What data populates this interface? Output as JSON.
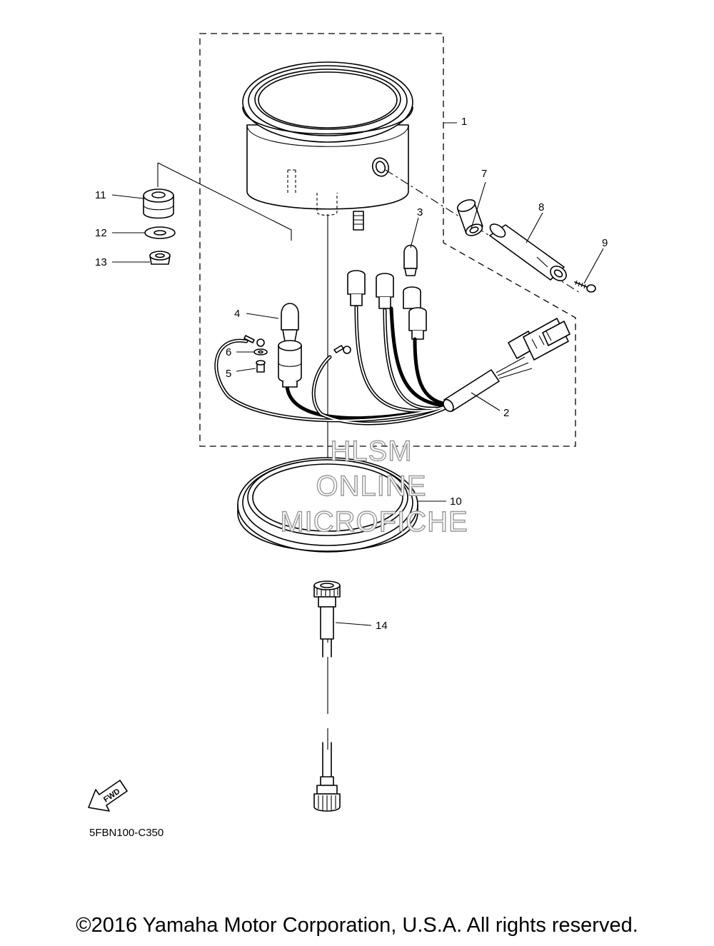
{
  "callouts": {
    "c1": "1",
    "c2": "2",
    "c3": "3",
    "c4": "4",
    "c5": "5",
    "c6": "6",
    "c7": "7",
    "c8": "8",
    "c9": "9",
    "c10": "10",
    "c11": "11",
    "c12": "12",
    "c13": "13",
    "c14": "14"
  },
  "fwd_label": "FWD",
  "watermark": {
    "line1": "HLSM",
    "line2": "ONLINE",
    "line3": "MICROFICHE"
  },
  "part_code": "5FBN100-C350",
  "copyright": "©2016 Yamaha Motor Corporation, U.S.A. All rights reserved."
}
